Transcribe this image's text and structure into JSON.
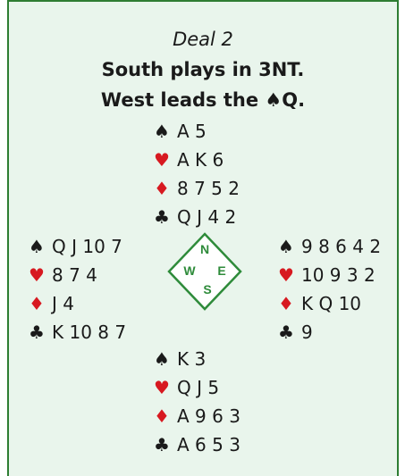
{
  "deal": {
    "title": "Deal 2",
    "contract": "South plays in 3NT.",
    "lead": "West leads the ♠Q."
  },
  "suits": {
    "spades": "♠",
    "hearts": "♥",
    "diamonds": "♦",
    "clubs": "♣"
  },
  "hands": {
    "north": {
      "spades": "A 5",
      "hearts": "A K 6",
      "diamonds": "8 7 5 2",
      "clubs": "Q J 4 2"
    },
    "west": {
      "spades": "Q J 10 7",
      "hearts": "8 7 4",
      "diamonds": "J 4",
      "clubs": "K 10 8 7"
    },
    "east": {
      "spades": "9 8 6 4 2",
      "hearts": "10 9 3 2",
      "diamonds": "K Q 10",
      "clubs": "9"
    },
    "south": {
      "spades": "K 3",
      "hearts": "Q J 5",
      "diamonds": "A 9 6 3",
      "clubs": "A 6 5 3"
    }
  },
  "compass": {
    "n": "N",
    "s": "S",
    "w": "W",
    "e": "E"
  },
  "colors": {
    "panel_bg": "#e9f5ec",
    "border": "#2e7d32",
    "red_suit": "#d71920",
    "compass": "#2e8b3a"
  }
}
